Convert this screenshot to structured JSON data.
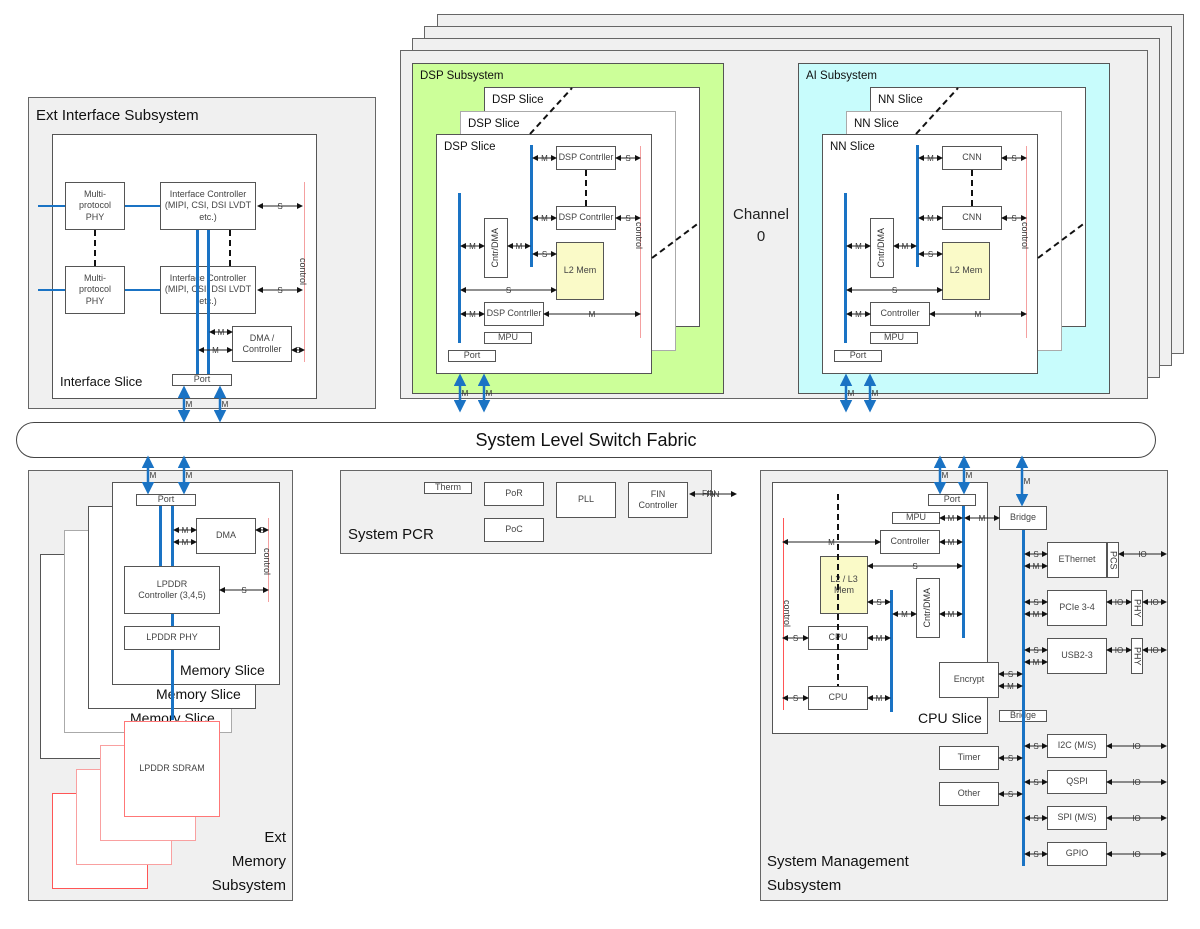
{
  "fabric": {
    "label": "System Level Switch Fabric"
  },
  "channel": {
    "label_line1": "Channel",
    "label_line2": "0"
  },
  "ext_interface": {
    "title": "Ext Interface Subsystem",
    "slice_title": "Interface Slice",
    "phy_label": "Multi-protocol PHY",
    "controller_label": "Interface Controller (MIPI, CSI, DSI LVDT etc.)",
    "dma_label": "DMA / Controller",
    "port_label": "Port",
    "control_label": "control"
  },
  "dsp": {
    "title": "DSP Subsystem",
    "slice_title": "DSP Slice",
    "controller_label": "DSP Contrller",
    "dma_label": "Cntr/DMA",
    "mem_label": "L2 Mem",
    "mpu_label": "MPU",
    "port_label": "Port",
    "control_label": "control"
  },
  "ai": {
    "title": "AI Subsystem",
    "slice_title": "NN Slice",
    "cnn_label": "CNN",
    "dma_label": "Cntr/DMA",
    "mem_label": "L2 Mem",
    "controller_label": "Controller",
    "mpu_label": "MPU",
    "port_label": "Port",
    "control_label": "control"
  },
  "ext_memory": {
    "title_line1": "Ext",
    "title_line2": "Memory",
    "title_line3": "Subsystem",
    "slice_title": "Memory Slice",
    "dma_label": "DMA",
    "controller_label": "LPDDR Controller (3,4,5)",
    "phy_label": "LPDDR PHY",
    "sdram_label": "LPDDR SDRAM",
    "port_label": "Port",
    "control_label": "control"
  },
  "pcr": {
    "title": "System PCR",
    "blocks": [
      "Therm",
      "PoR",
      "PoC",
      "PLL",
      "FIN Controller"
    ],
    "fin_label": "FIN"
  },
  "sysmgmt": {
    "title_line1": "System Management",
    "title_line2": "Subsystem",
    "cpu_slice_title": "CPU Slice",
    "port_label": "Port",
    "mpu_label": "MPU",
    "controller_label": "Controller",
    "mem_label": "L2 / L3 Mem",
    "dma_label": "Cntr/DMA",
    "cpu_label": "CPU",
    "control_label": "control",
    "bridge_label": "Bridge",
    "encrypt_label": "Encrypt",
    "timer_label": "Timer",
    "other_label": "Other",
    "peripherals": [
      "EThernet",
      "PCIe 3-4",
      "USB2-3",
      "I2C (M/S)",
      "QSPI",
      "SPI (M/S)",
      "GPIO"
    ],
    "pcs_label": "PCS",
    "phy_label": "PHY",
    "io_label": "IO"
  },
  "signals": {
    "m": "M",
    "s": "S"
  }
}
